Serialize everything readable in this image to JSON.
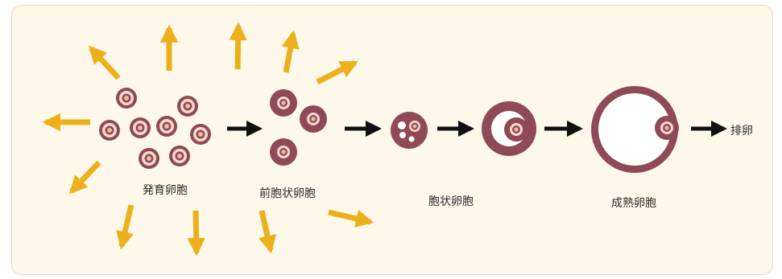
{
  "colors": {
    "panel_bg": "#fdf8e9",
    "panel_border": "#f0d2c8",
    "follicle": "#8e4a55",
    "follicle_ring": "#f7d9cf",
    "oocyte_core": "#f4b6a6",
    "antrum": "#ffffff",
    "yellow_arrow": "#ecb01c",
    "black_arrow": "#111111"
  },
  "labels": {
    "developing": "発育卵胞",
    "preantral": "前胞状卵胞",
    "antral": "胞状卵胞",
    "mature": "成熟卵胞",
    "ovulation": "排卵"
  }
}
